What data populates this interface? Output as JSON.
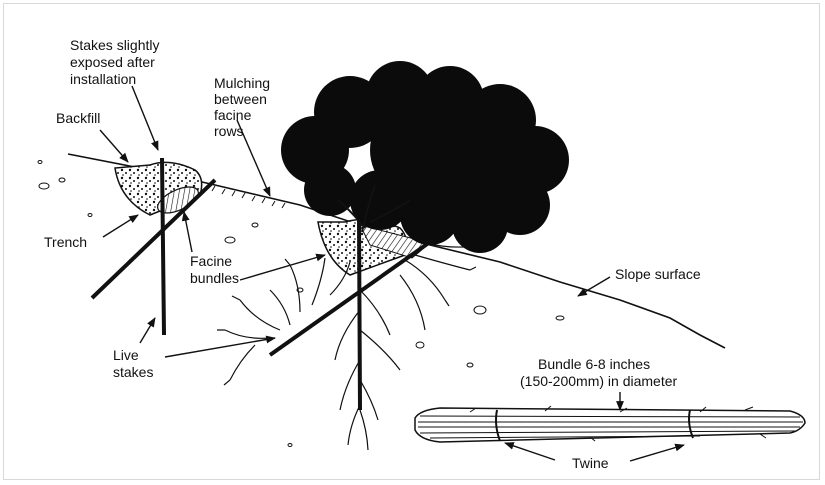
{
  "labels": {
    "stakes_exposed": [
      "Stakes slightly",
      "exposed after",
      "installation"
    ],
    "backfill": "Backfill",
    "mulching": [
      "Mulching",
      "between",
      "facine",
      "rows"
    ],
    "trench": "Trench",
    "facine_bundles": [
      "Facine",
      "bundles"
    ],
    "slope_surface": "Slope surface",
    "live_stakes": [
      "Live",
      "stakes"
    ],
    "bundle_size": [
      "Bundle 6-8 inches",
      "(150-200mm) in diameter"
    ],
    "twine": "Twine"
  },
  "colors": {
    "ink": "#111111",
    "background": "#ffffff",
    "frame": "#d8d8d8"
  }
}
